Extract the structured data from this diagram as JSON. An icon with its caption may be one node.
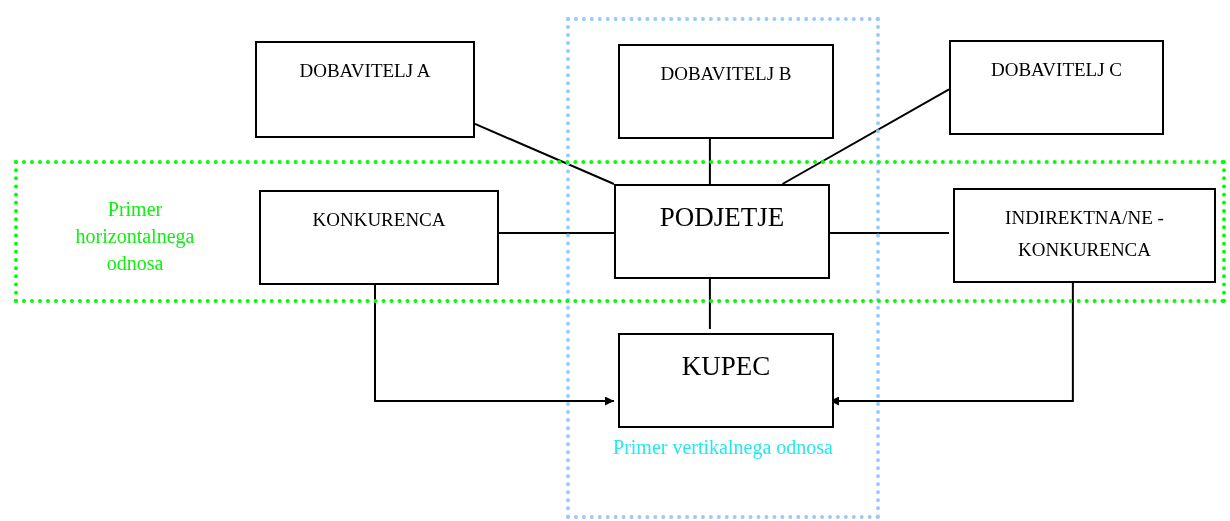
{
  "diagram": {
    "nodes": [
      {
        "text": [
          "Primer vertikalnega odnosa"
        ]
      },
      {
        "text": [
          "DOBAVITELJ A"
        ]
      },
      {
        "text": [
          "DOBAVITELJ B"
        ],
        "in": 0
      },
      {
        "text": [
          "DOBAVITELJ C"
        ]
      },
      {
        "text": [
          "Primer horizontalnega odnosa"
        ]
      },
      {
        "text": [
          "KONKURENCA"
        ],
        "in": 4
      },
      {
        "text": [
          "PODJETJE"
        ]
      },
      {
        "text": [
          "INDIREKTNA/NE - KONKURENCA"
        ],
        "in": 4
      },
      {
        "text": [
          "KUPEC"
        ],
        "in": 0
      }
    ],
    "edges": [
      {
        "from": 1,
        "to": 6,
        "arrow": "none"
      },
      {
        "from": 2,
        "to": 6,
        "arrow": "none"
      },
      {
        "from": 3,
        "to": 6,
        "arrow": "none"
      },
      {
        "from": 5,
        "to": 6,
        "arrow": "none"
      },
      {
        "from": 6,
        "to": 7,
        "arrow": "none"
      },
      {
        "from": 6,
        "to": 8,
        "arrow": "none"
      },
      {
        "from": 5,
        "to": 8,
        "arrow": "to"
      },
      {
        "from": 7,
        "to": 8,
        "arrow": "to"
      }
    ]
  }
}
